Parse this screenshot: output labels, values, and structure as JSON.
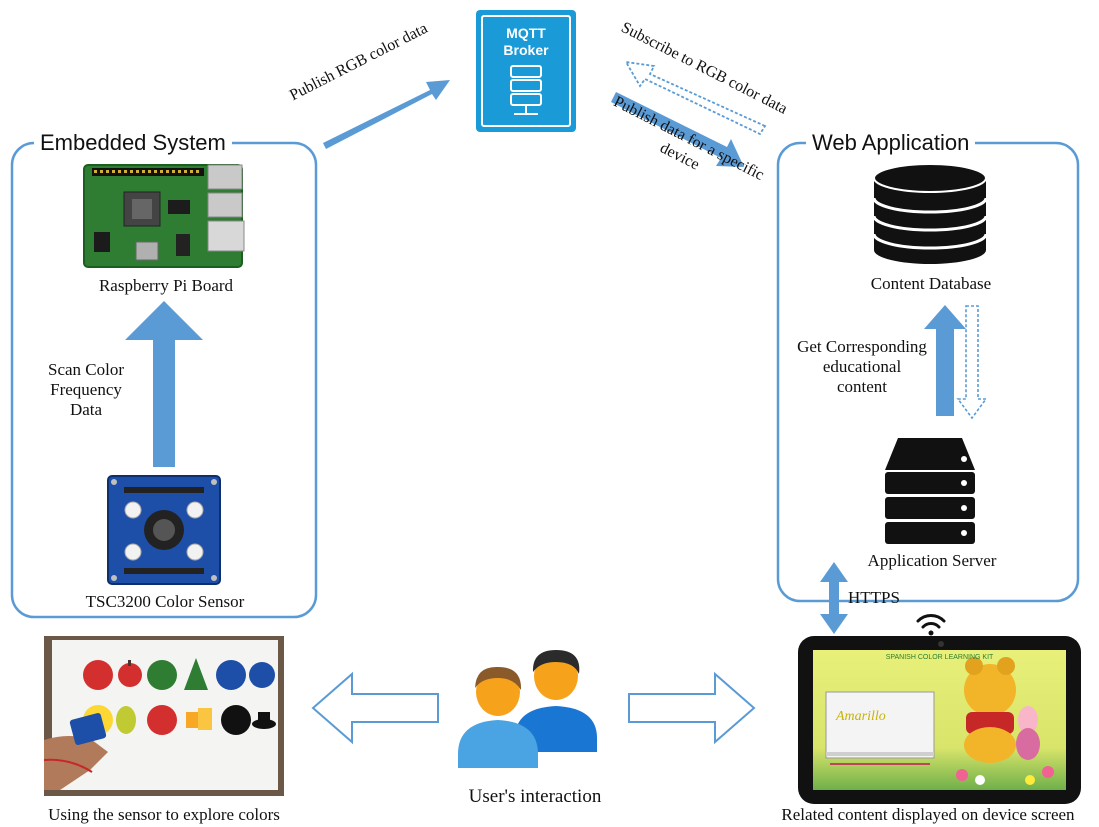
{
  "colors": {
    "accent_blue": "#5b9bd5",
    "broker_blue": "#1a9bd7",
    "board_green": "#2e7d32",
    "sensor_blue": "#1e4fa8"
  },
  "embedded_system": {
    "title": "Embedded System",
    "board_label": "Raspberry Pi Board",
    "scan_label_line1": "Scan Color",
    "scan_label_line2": "Frequency",
    "scan_label_line3": "Data",
    "sensor_label": "TSC3200 Color Sensor"
  },
  "broker": {
    "line1": "MQTT",
    "line2": "Broker"
  },
  "arrows": {
    "publish_rgb": "Publish RGB color data",
    "subscribe_rgb": "Subscribe to RGB color data",
    "publish_device_line1": "Publish data for a specific",
    "publish_device_line2": "device",
    "https": "HTTPS"
  },
  "web_application": {
    "title": "Web Application",
    "database_label": "Content Database",
    "get_content_line1": "Get Corresponding",
    "get_content_line2": "educational",
    "get_content_line3": "content",
    "server_label": "Application Server"
  },
  "bottom": {
    "photo_caption": "Using the sensor to explore colors",
    "user_label": "User's interaction",
    "tablet_caption": "Related content displayed on device screen",
    "tablet_screen_title": "SPANISH COLOR LEARNING KIT"
  }
}
